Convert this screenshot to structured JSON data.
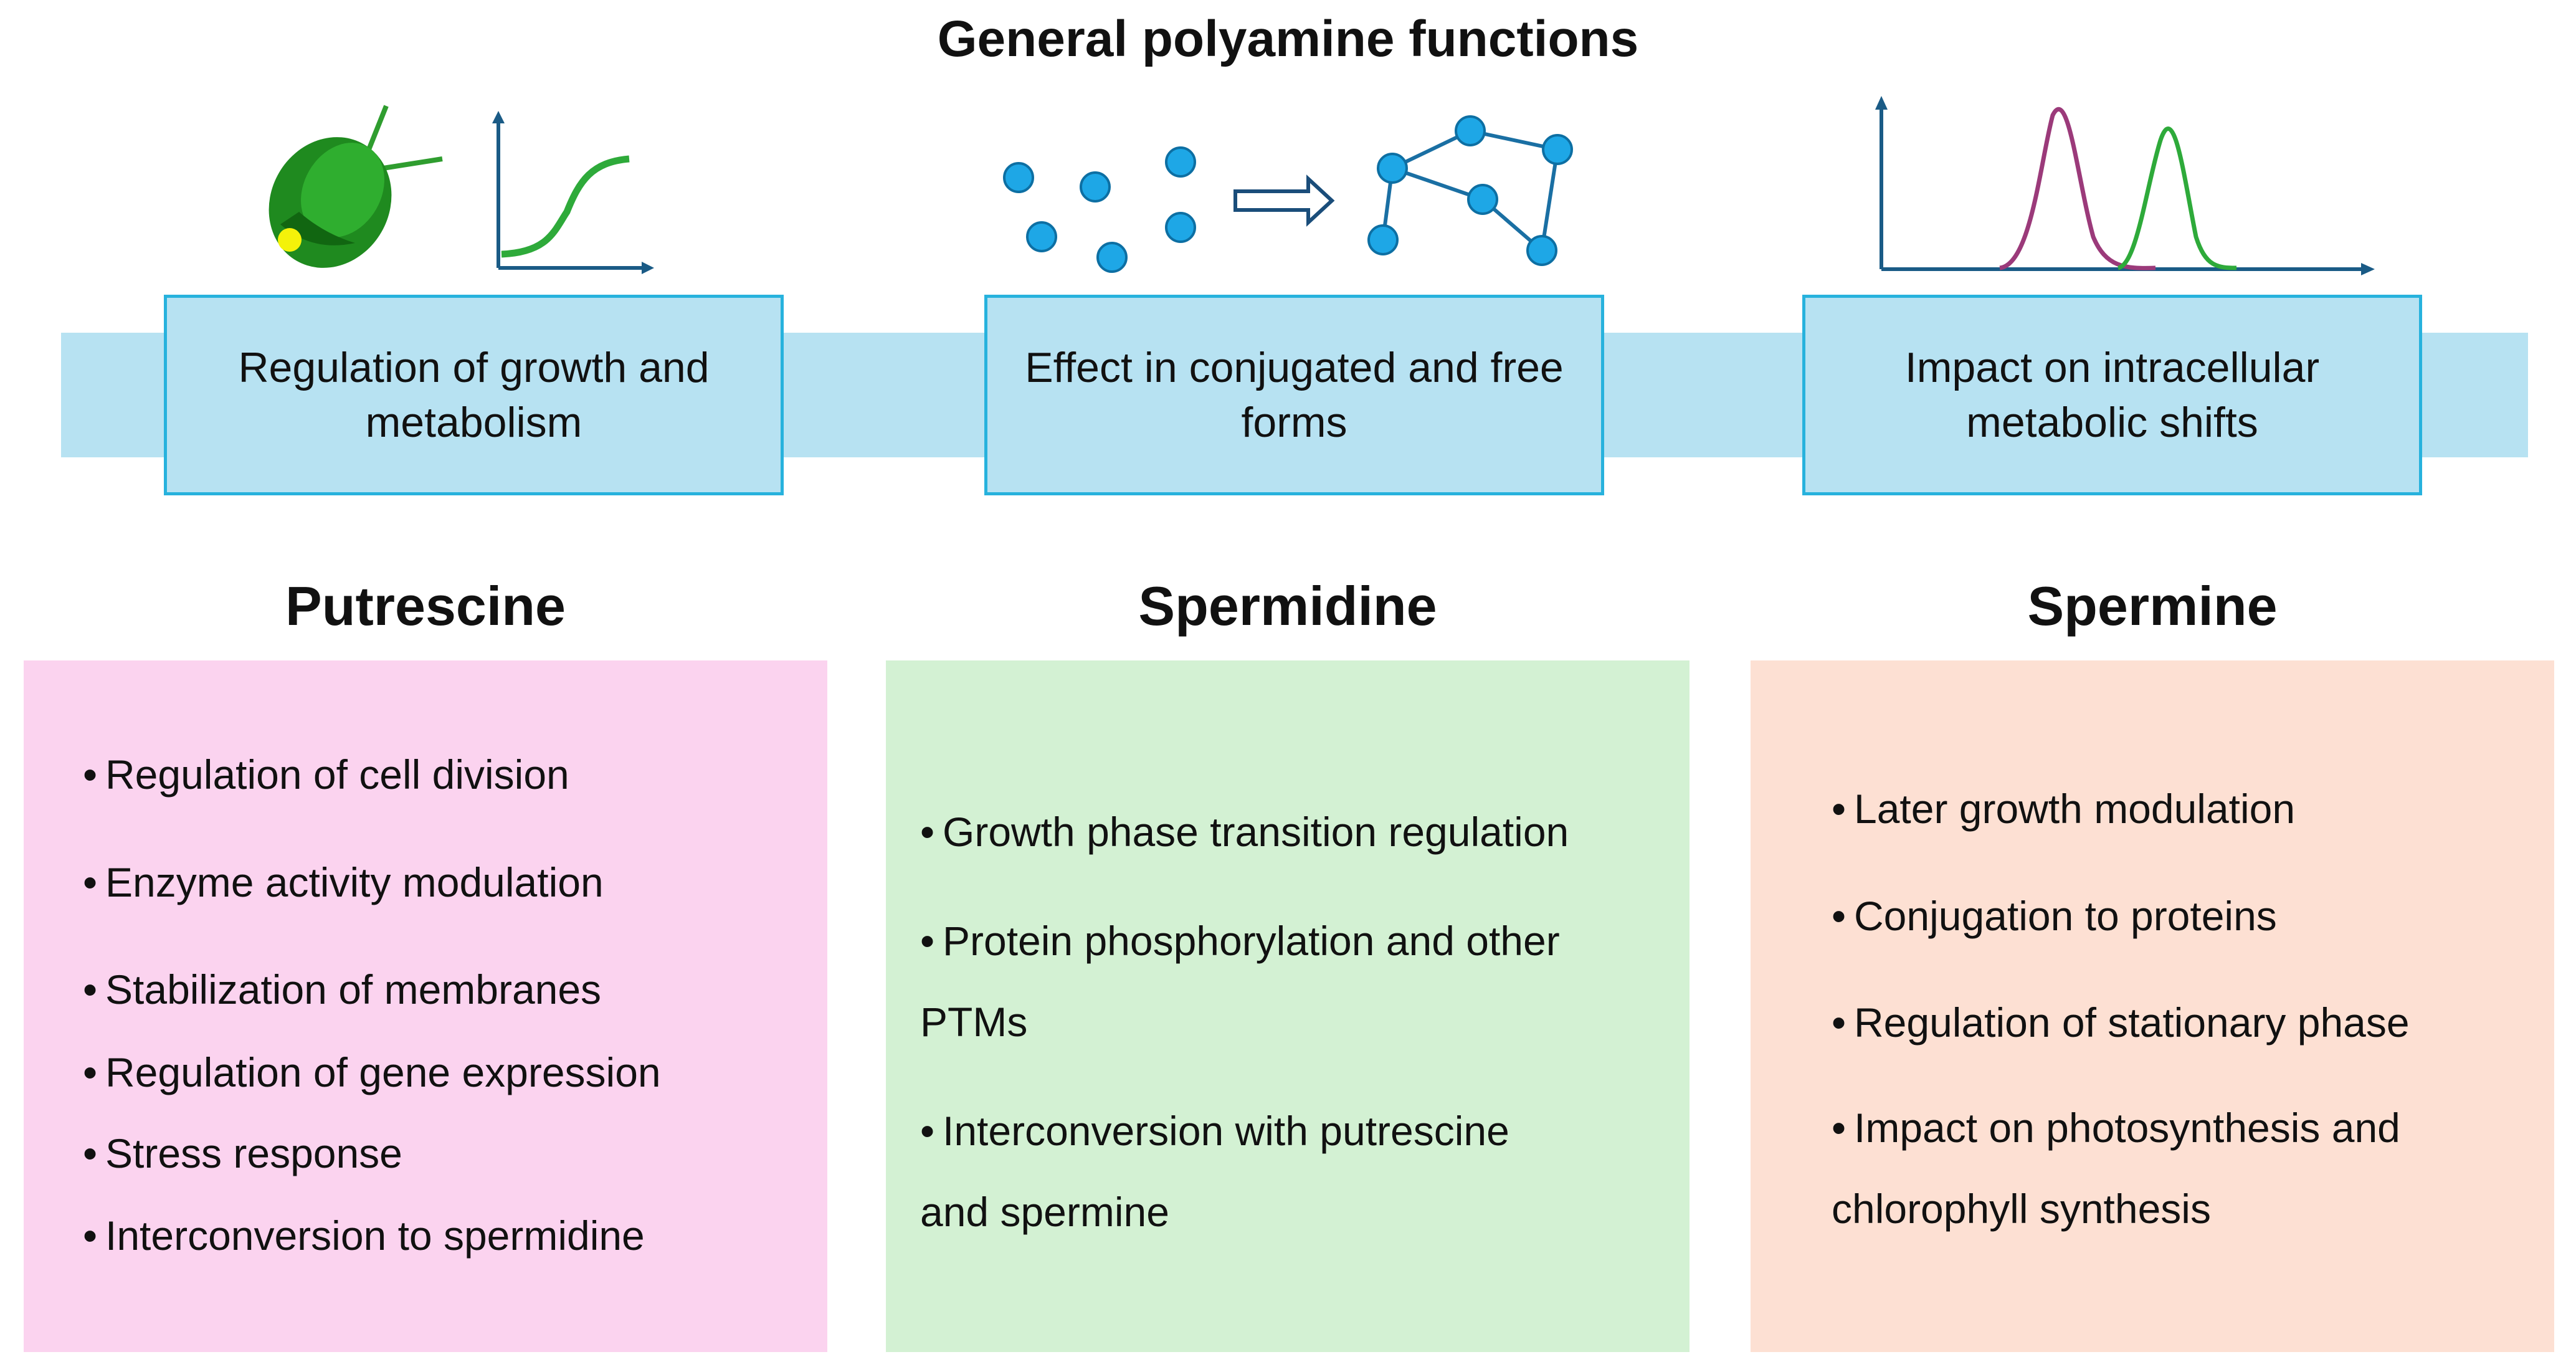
{
  "title": "General polyamine functions",
  "functions": [
    {
      "label": "Regulation of growth and metabolism",
      "icon": "algae-growth-curve-icon"
    },
    {
      "label": "Effect in conjugated and free forms",
      "icon": "conjugation-molecules-icon"
    },
    {
      "label": "Impact on intracellular metabolic shifts",
      "icon": "metabolic-peaks-icon"
    }
  ],
  "polyamines": [
    {
      "name": "Putrescine",
      "color": "#fbd3ef",
      "items": [
        "Regulation of cell division",
        "Enzyme activity modulation",
        "Stabilization of membranes",
        "Regulation of gene expression",
        "Stress response",
        "Interconversion to spermidine"
      ]
    },
    {
      "name": "Spermidine",
      "color": "#d3f1d3",
      "items": [
        "Growth phase transition regulation",
        "Protein phosphorylation and other PTMs",
        "Interconversion with putrescine and spermine"
      ]
    },
    {
      "name": "Spermine",
      "color": "#fde0d3",
      "items": [
        "Later growth modulation",
        "Conjugation to proteins",
        "Regulation of stationary phase",
        "Impact on photosynthesis and chlorophyll synthesis"
      ]
    }
  ],
  "colors": {
    "band": "#b7e2f2",
    "box_border": "#27b2dd",
    "molecule": "#1ea7e6",
    "algae": "#2f9d2f",
    "curve_green": "#2eaa3a",
    "curve_purple": "#9b3a7a"
  }
}
